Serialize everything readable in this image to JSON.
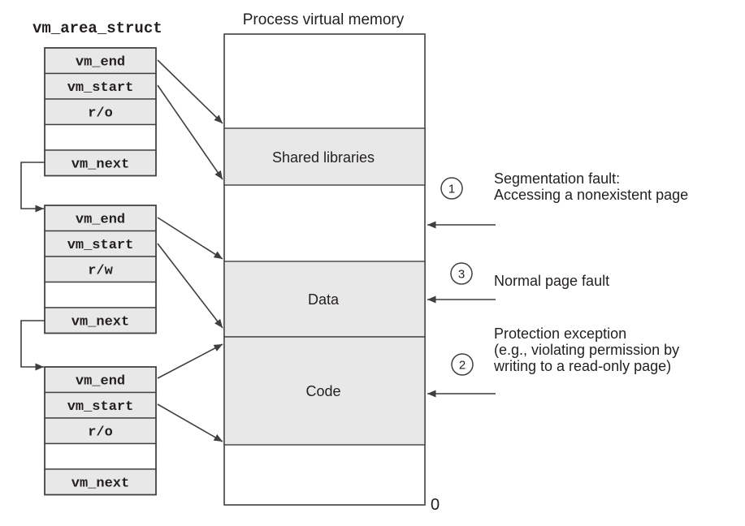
{
  "colors": {
    "gray_fill": "#e8e8e8",
    "line": "#3f3f3f",
    "text": "#231f20",
    "background": "#ffffff"
  },
  "diagram": {
    "structs_title": "vm_area_struct",
    "memory_title": "Process virtual memory",
    "address_zero": "0",
    "region_labels": {
      "shared": "Shared libraries",
      "data": "Data",
      "code": "Code"
    },
    "structs": [
      {
        "fields": [
          "vm_end",
          "vm_start",
          "r/o",
          "",
          "vm_next"
        ]
      },
      {
        "fields": [
          "vm_end",
          "vm_start",
          "r/w",
          "",
          "vm_next"
        ]
      },
      {
        "fields": [
          "vm_end",
          "vm_start",
          "r/o",
          "",
          "vm_next"
        ]
      }
    ],
    "annotations": [
      {
        "number": "1",
        "lines": [
          "Segmentation fault:",
          "Accessing a nonexistent page"
        ]
      },
      {
        "number": "3",
        "lines": [
          "Normal page fault"
        ]
      },
      {
        "number": "2",
        "lines": [
          "Protection exception",
          "(e.g., violating permission by",
          "writing to a read-only page)"
        ]
      }
    ]
  }
}
